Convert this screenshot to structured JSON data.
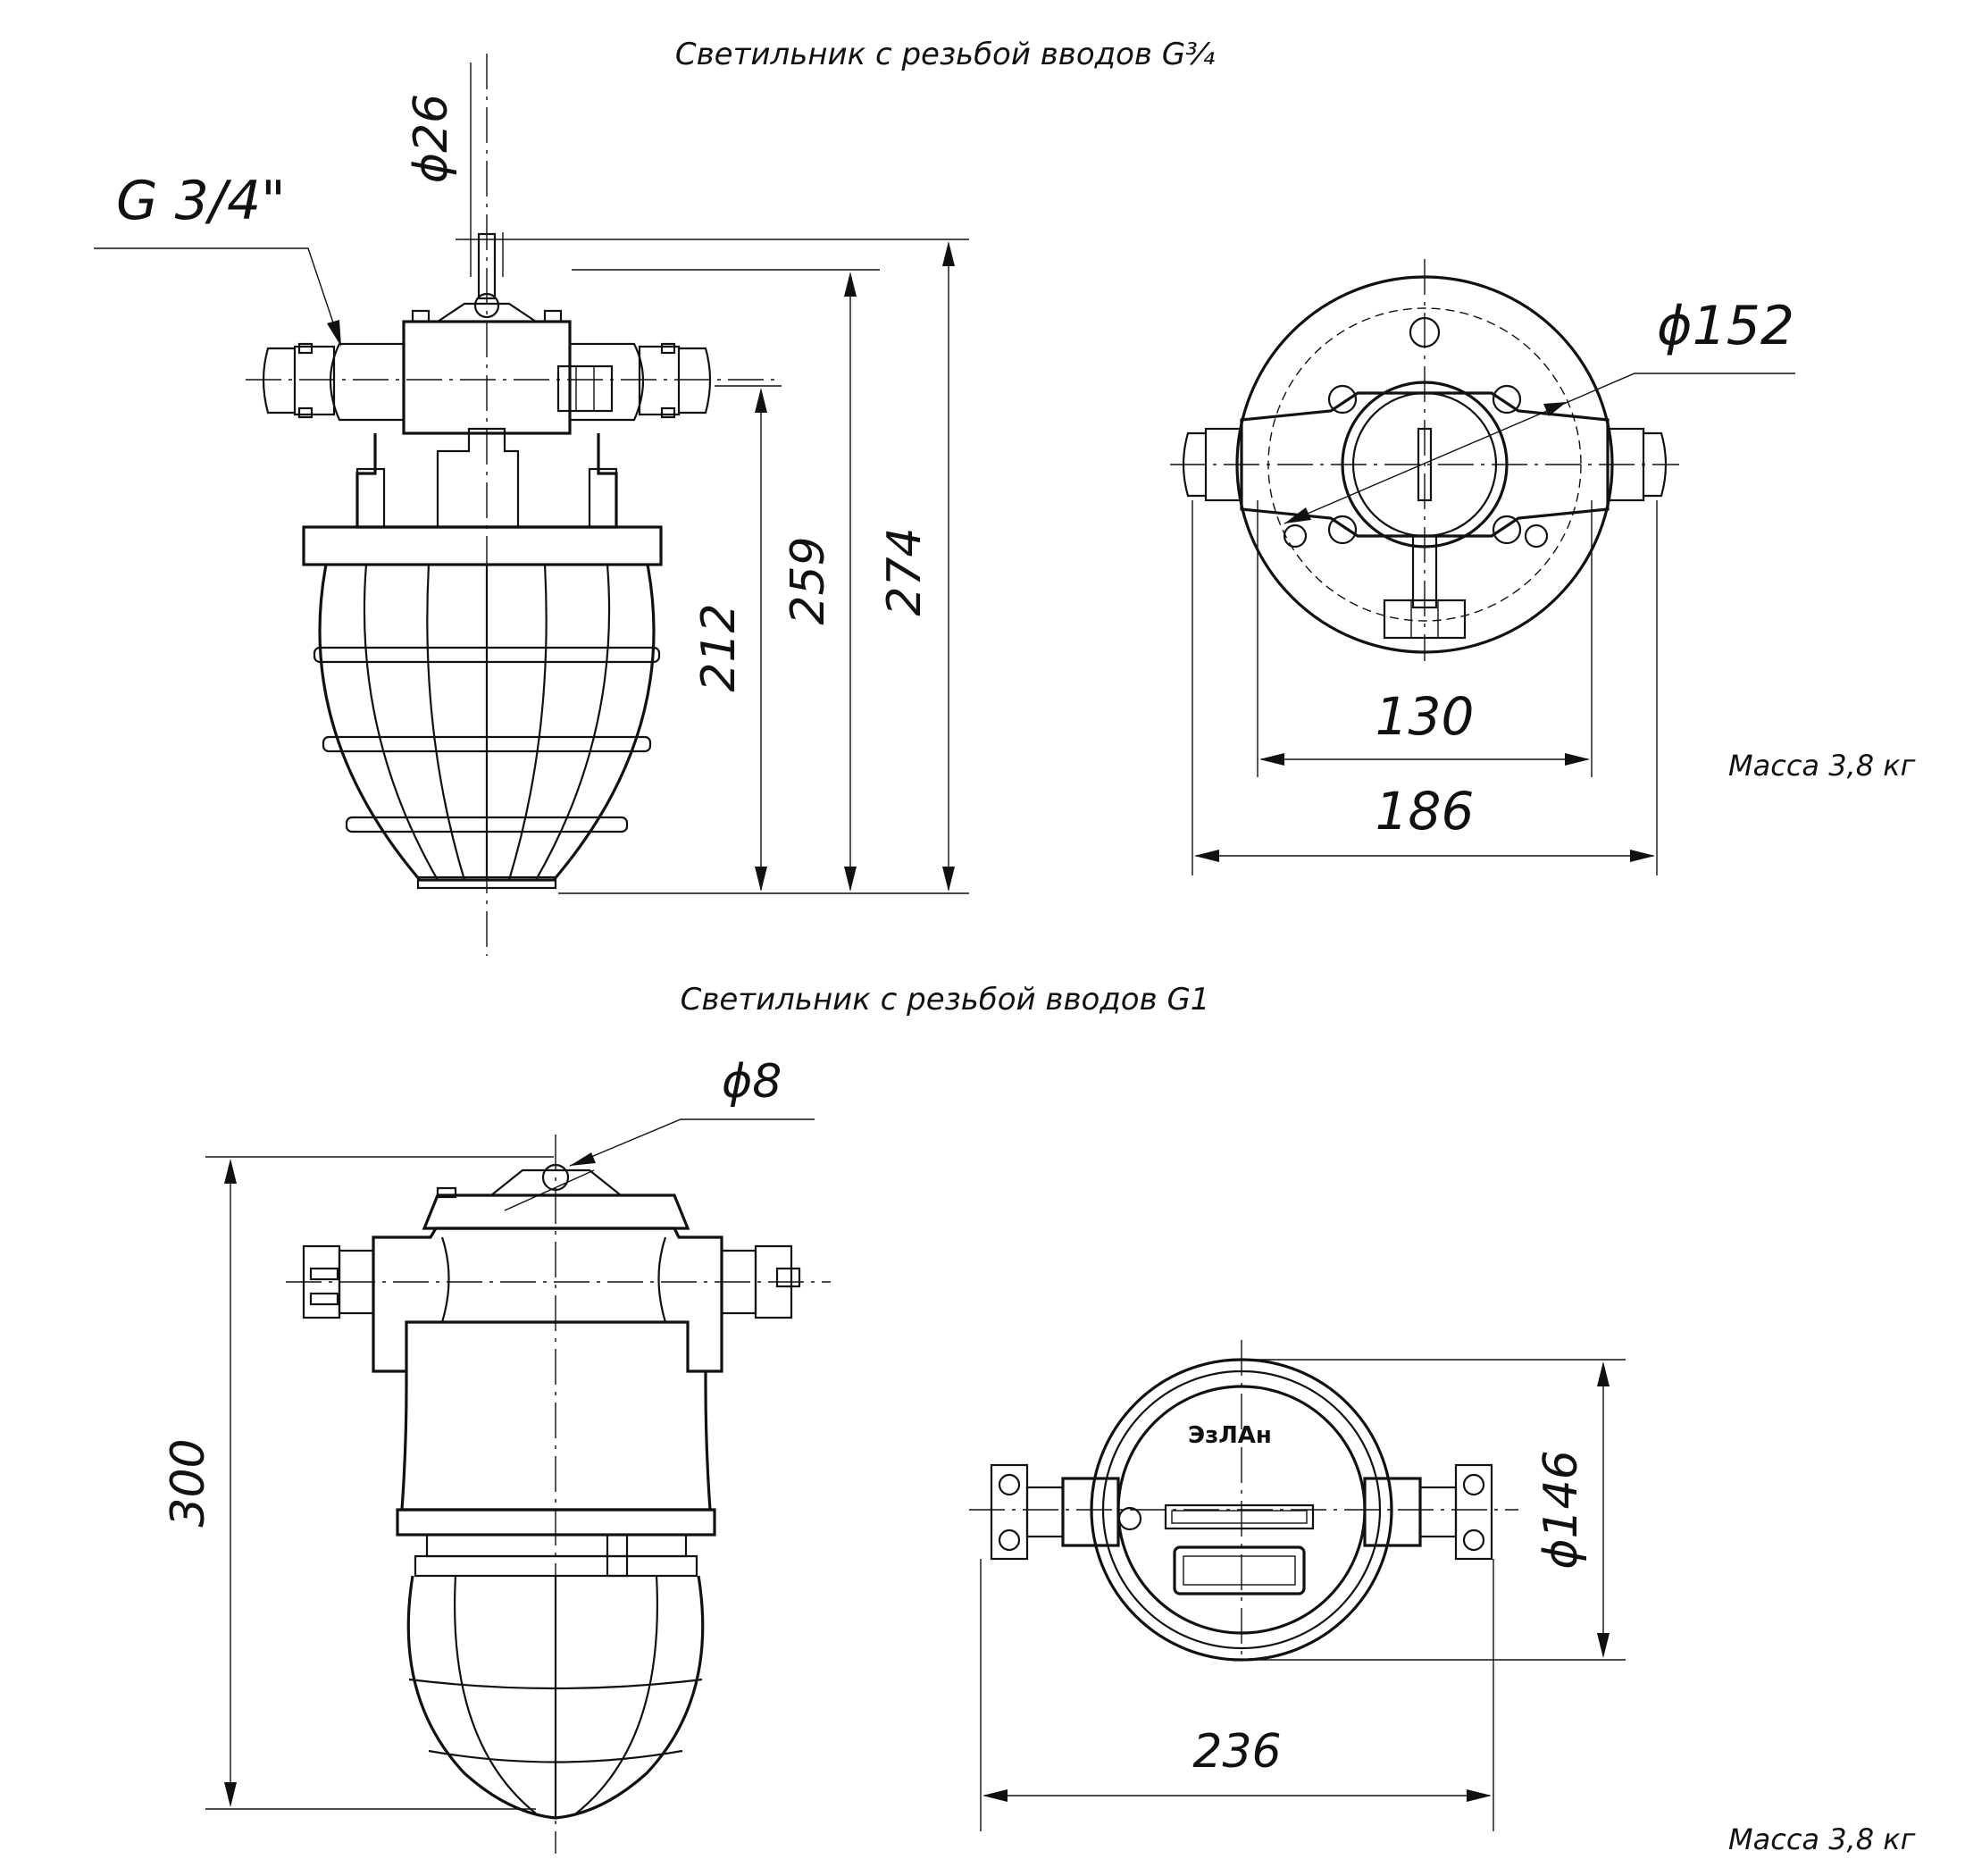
{
  "titles": {
    "top": "Светильник с резьбой вводов G¾",
    "bottom": "Светильник с резьбой вводов G1"
  },
  "top_side_view": {
    "thread_label": "G 3/4\"",
    "diam_26": "ϕ26",
    "dim_212": "212",
    "dim_259": "259",
    "dim_274": "274"
  },
  "top_plan_view": {
    "diam_152": "ϕ152",
    "dim_130": "130",
    "dim_186": "186",
    "mass": "Масса 3,8 кг"
  },
  "bottom_side_view": {
    "diam_8": "ϕ8",
    "dim_300": "300"
  },
  "bottom_plan_view": {
    "logo": "ЭзЛАн",
    "diam_146": "ϕ146",
    "dim_236": "236",
    "mass": "Масса 3,8 кг"
  }
}
